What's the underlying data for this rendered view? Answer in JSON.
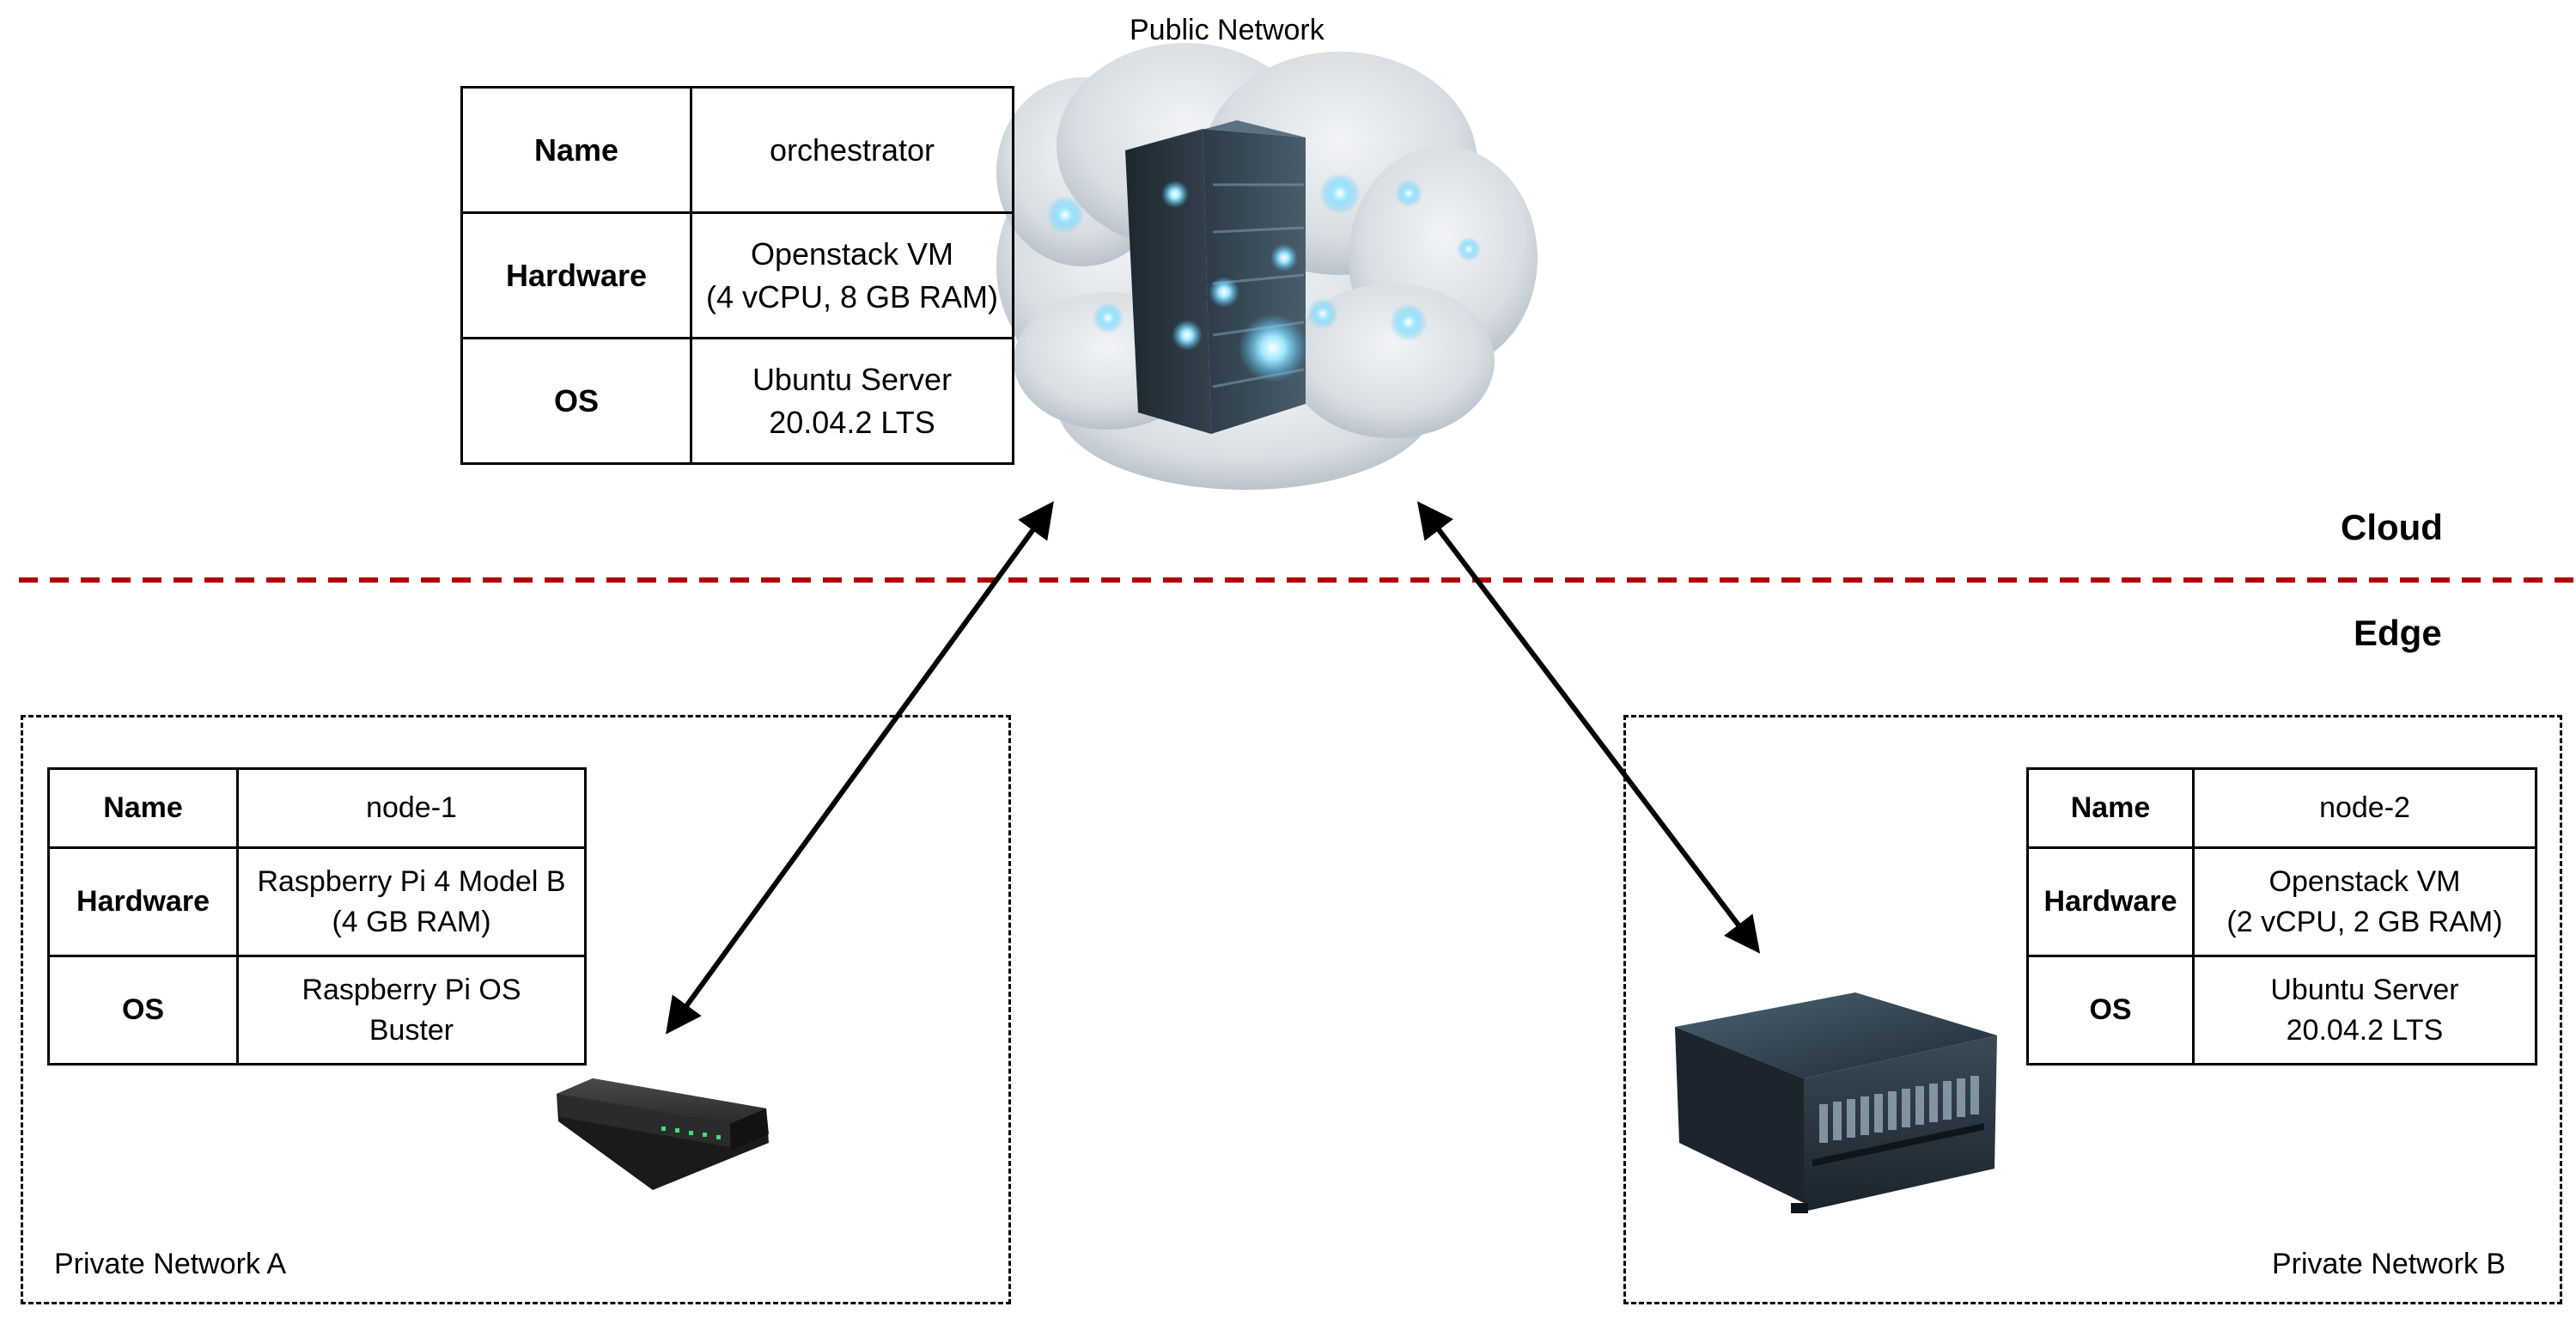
{
  "public_network": {
    "label": "Public Network",
    "orchestrator": {
      "rows": [
        {
          "key": "Name",
          "value_lines": [
            "orchestrator"
          ]
        },
        {
          "key": "Hardware",
          "value_lines": [
            "Openstack VM",
            "(4 vCPU, 8 GB RAM)"
          ]
        },
        {
          "key": "OS",
          "value_lines": [
            "Ubuntu Server",
            "20.04.2 LTS"
          ]
        }
      ]
    }
  },
  "zones": {
    "cloud_label": "Cloud",
    "edge_label": "Edge",
    "divider_color": "#b30000"
  },
  "private_network_a": {
    "label": "Private Network A",
    "node": {
      "rows": [
        {
          "key": "Name",
          "value_lines": [
            "node-1"
          ]
        },
        {
          "key": "Hardware",
          "value_lines": [
            "Raspberry Pi 4 Model B",
            "(4 GB RAM)"
          ]
        },
        {
          "key": "OS",
          "value_lines": [
            "Raspberry Pi OS",
            "Buster"
          ]
        }
      ]
    }
  },
  "private_network_b": {
    "label": "Private Network B",
    "node": {
      "rows": [
        {
          "key": "Name",
          "value_lines": [
            "node-2"
          ]
        },
        {
          "key": "Hardware",
          "value_lines": [
            "Openstack VM",
            "(2 vCPU, 2 GB RAM)"
          ]
        },
        {
          "key": "OS",
          "value_lines": [
            "Ubuntu Server",
            "20.04.2 LTS"
          ]
        }
      ]
    }
  },
  "icons": {
    "cloud_server": "cloud-server-icon",
    "router": "router-icon",
    "rack_server": "rack-server-icon"
  }
}
